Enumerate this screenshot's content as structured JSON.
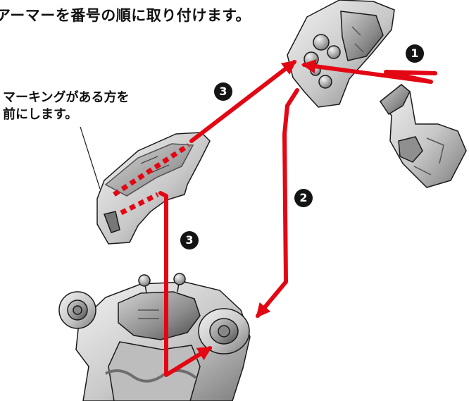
{
  "header": {
    "text": "アーマーを番号の順に取り付けます。"
  },
  "note": {
    "line1": "マーキングがある方を",
    "line2": "前にします。"
  },
  "steps": [
    {
      "number": "1"
    },
    {
      "number": "2"
    },
    {
      "number": "3"
    },
    {
      "number": "3"
    }
  ],
  "colors": {
    "arrow": "#e30613",
    "badge": "#141414",
    "part_light": "#d4d4d4",
    "part_mid": "#a4a4a4",
    "part_dark": "#555555",
    "outline": "#1a1a1a"
  }
}
